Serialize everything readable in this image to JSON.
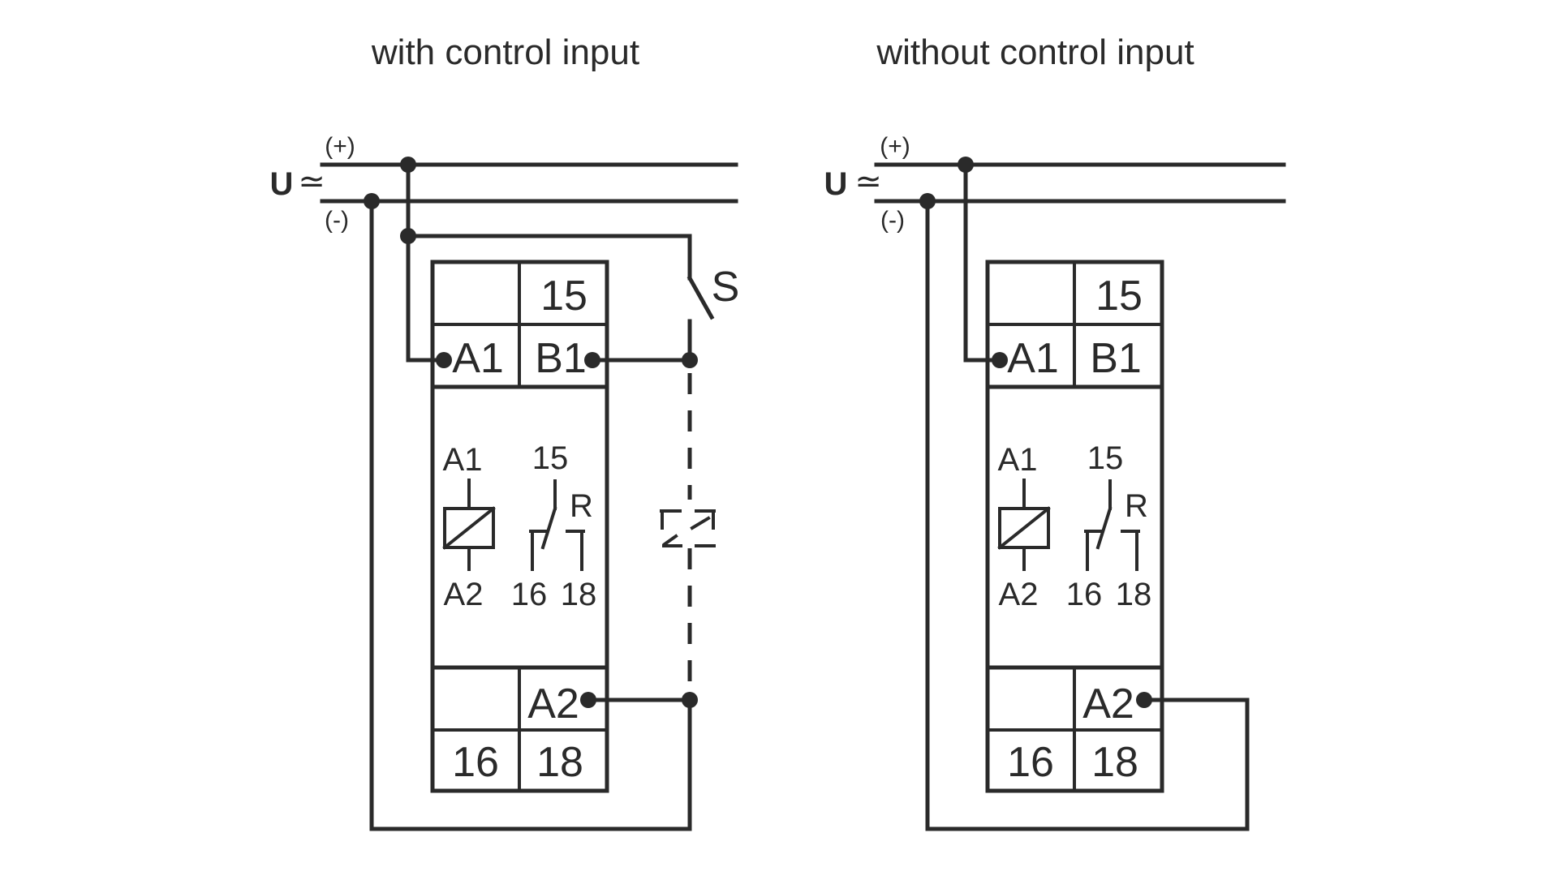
{
  "colors": {
    "line": "#2a2a2a",
    "background": "#ffffff"
  },
  "left": {
    "title": "with control input",
    "supply": {
      "u": "U",
      "sim": "≃",
      "plus": "(+)",
      "minus": "(-)"
    },
    "switch": {
      "label": "S"
    },
    "terminals": {
      "t15": "15",
      "a1": "A1",
      "b1": "B1",
      "a2": "A2",
      "t16": "16",
      "t18": "18"
    },
    "internal": {
      "coil_top": "A1",
      "coil_bottom": "A2",
      "contact_common": "15",
      "contact_nc": "16",
      "contact_no": "18",
      "reset": "R"
    }
  },
  "right": {
    "title": "without control input",
    "supply": {
      "u": "U",
      "sim": "≃",
      "plus": "(+)",
      "minus": "(-)"
    },
    "terminals": {
      "t15": "15",
      "a1": "A1",
      "b1": "B1",
      "a2": "A2",
      "t16": "16",
      "t18": "18"
    },
    "internal": {
      "coil_top": "A1",
      "coil_bottom": "A2",
      "contact_common": "15",
      "contact_nc": "16",
      "contact_no": "18",
      "reset": "R"
    }
  }
}
